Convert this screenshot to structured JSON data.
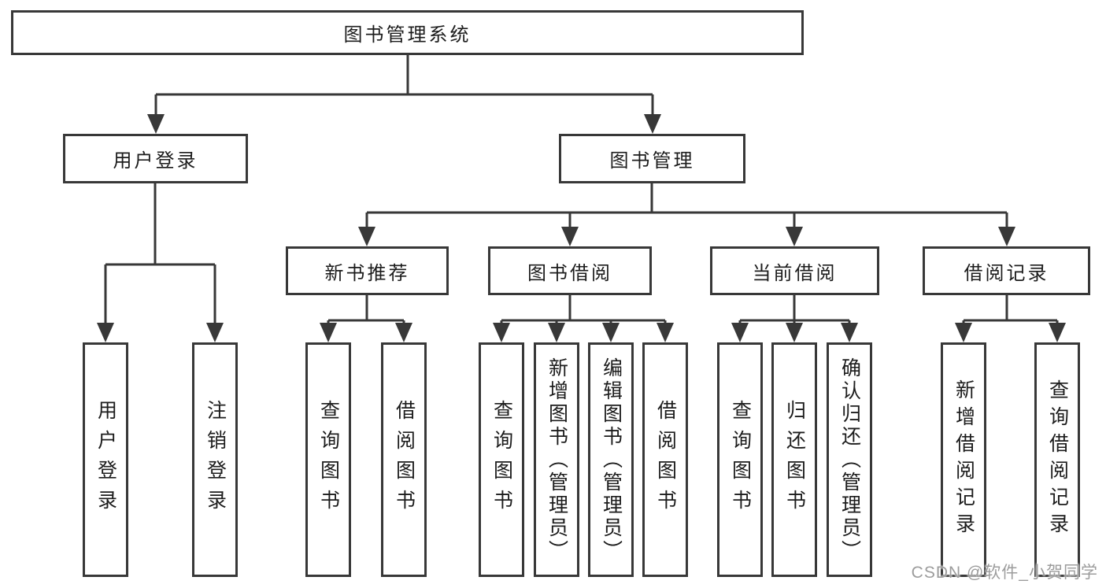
{
  "diagram": {
    "watermark": "CSDN @软件_小贺同学",
    "colors": {
      "line": "#383838",
      "text": "#1c1c1c",
      "watermark": "#9c9c9c",
      "background": "#ffffff"
    },
    "nodes": [
      {
        "id": "root",
        "label": "图书管理系统",
        "parent": null
      },
      {
        "id": "user-login",
        "label": "用户登录",
        "parent": "root"
      },
      {
        "id": "book-management",
        "label": "图书管理",
        "parent": "root"
      },
      {
        "id": "new-book-recommend",
        "label": "新书推荐",
        "parent": "book-management"
      },
      {
        "id": "book-borrowing",
        "label": "图书借阅",
        "parent": "book-management"
      },
      {
        "id": "current-borrowing",
        "label": "当前借阅",
        "parent": "book-management"
      },
      {
        "id": "borrowing-records",
        "label": "借阅记录",
        "parent": "book-management"
      },
      {
        "id": "leaf-user-login",
        "label": "用户登录",
        "parent": "user-login"
      },
      {
        "id": "leaf-logout",
        "label": "注销登录",
        "parent": "user-login"
      },
      {
        "id": "nb-query-books",
        "label": "查询图书",
        "parent": "new-book-recommend"
      },
      {
        "id": "nb-borrow-books",
        "label": "借阅图书",
        "parent": "new-book-recommend"
      },
      {
        "id": "bb-query-books",
        "label": "查询图书",
        "parent": "book-borrowing"
      },
      {
        "id": "bb-add-books-admin",
        "label": "新增图书（管理员）",
        "parent": "book-borrowing"
      },
      {
        "id": "bb-edit-books-admin",
        "label": "编辑图书（管理员）",
        "parent": "book-borrowing"
      },
      {
        "id": "bb-borrow-books",
        "label": "借阅图书",
        "parent": "book-borrowing"
      },
      {
        "id": "cb-query-books",
        "label": "查询图书",
        "parent": "current-borrowing"
      },
      {
        "id": "cb-return-books",
        "label": "归还图书",
        "parent": "current-borrowing"
      },
      {
        "id": "cb-confirm-return-admin",
        "label": "确认归还（管理员）",
        "parent": "current-borrowing"
      },
      {
        "id": "br-add-record",
        "label": "新增借阅记录",
        "parent": "borrowing-records"
      },
      {
        "id": "br-query-record",
        "label": "查询借阅记录",
        "parent": "borrowing-records"
      }
    ]
  }
}
